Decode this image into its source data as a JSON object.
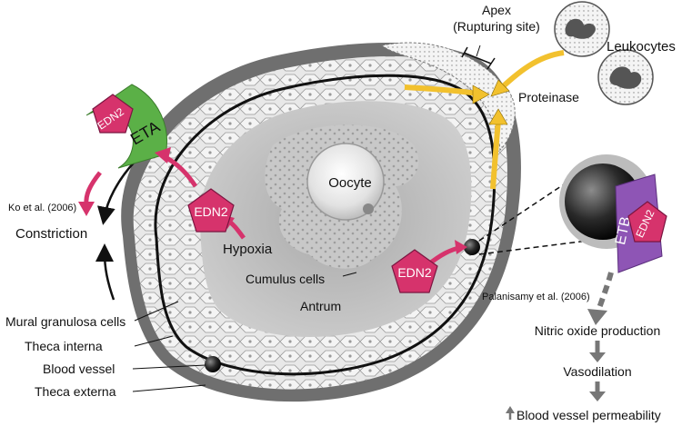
{
  "labels": {
    "apex_line1": "Apex",
    "apex_line2": "(Rupturing site)",
    "leukocytes": "Leukocytes",
    "proteinase": "Proteinase",
    "oocyte": "Oocyte",
    "cumulus": "Cumulus cells",
    "antrum": "Antrum",
    "hypoxia": "Hypoxia",
    "constriction": "Constriction",
    "ko_citation": "Ko et al. (2006)",
    "palanisamy_citation": "Palanisamy et al. (2006)",
    "mural": "Mural granulosa cells",
    "theca_interna": "Theca interna",
    "blood_vessel": "Blood vessel",
    "theca_externa": "Theca externa",
    "no_production": "Nitric oxide production",
    "vasodilation": "Vasodilation",
    "permeability": "Blood vessel permeability"
  },
  "ligand": "EDN2",
  "receptors": {
    "eta": "ETA",
    "etb": "ETB"
  },
  "colors": {
    "edn2": "#d6336c",
    "eta": "#5bb047",
    "etb": "#8e55b5",
    "proteinase_arrow": "#f2c12e",
    "flow_arrow": "#777777",
    "outline": "#111111"
  }
}
